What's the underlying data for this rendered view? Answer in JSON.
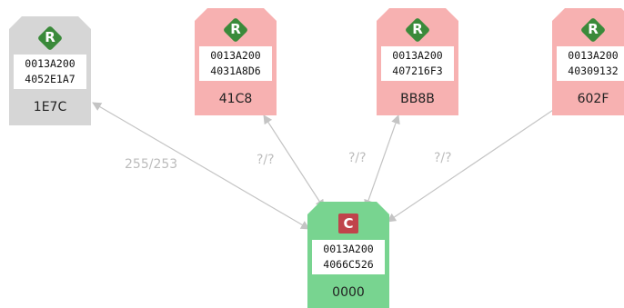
{
  "colors": {
    "end_device_bg": "#d6d6d6",
    "router_bg": "#f7b1b1",
    "coordinator_bg": "#78d490",
    "router_badge": "#3a8a3a",
    "coordinator_badge": "#c0444b",
    "link": "#c4c4c4"
  },
  "nodes": [
    {
      "badge": "R",
      "addr_high": "0013A200",
      "addr_low": "4052E1A7",
      "net_id": "1E7C",
      "kind": "gray"
    },
    {
      "badge": "R",
      "addr_high": "0013A200",
      "addr_low": "4031A8D6",
      "net_id": "41C8",
      "kind": "pink"
    },
    {
      "badge": "R",
      "addr_high": "0013A200",
      "addr_low": "407216F3",
      "net_id": "BB8B",
      "kind": "pink"
    },
    {
      "badge": "R",
      "addr_high": "0013A200",
      "addr_low": "40309132",
      "net_id": "602F",
      "kind": "pink"
    },
    {
      "badge": "C",
      "addr_high": "0013A200",
      "addr_low": "4066C526",
      "net_id": "0000",
      "kind": "green"
    }
  ],
  "links": [
    {
      "label": "255/253"
    },
    {
      "label": "?/?"
    },
    {
      "label": "?/?"
    },
    {
      "label": "?/?"
    }
  ]
}
